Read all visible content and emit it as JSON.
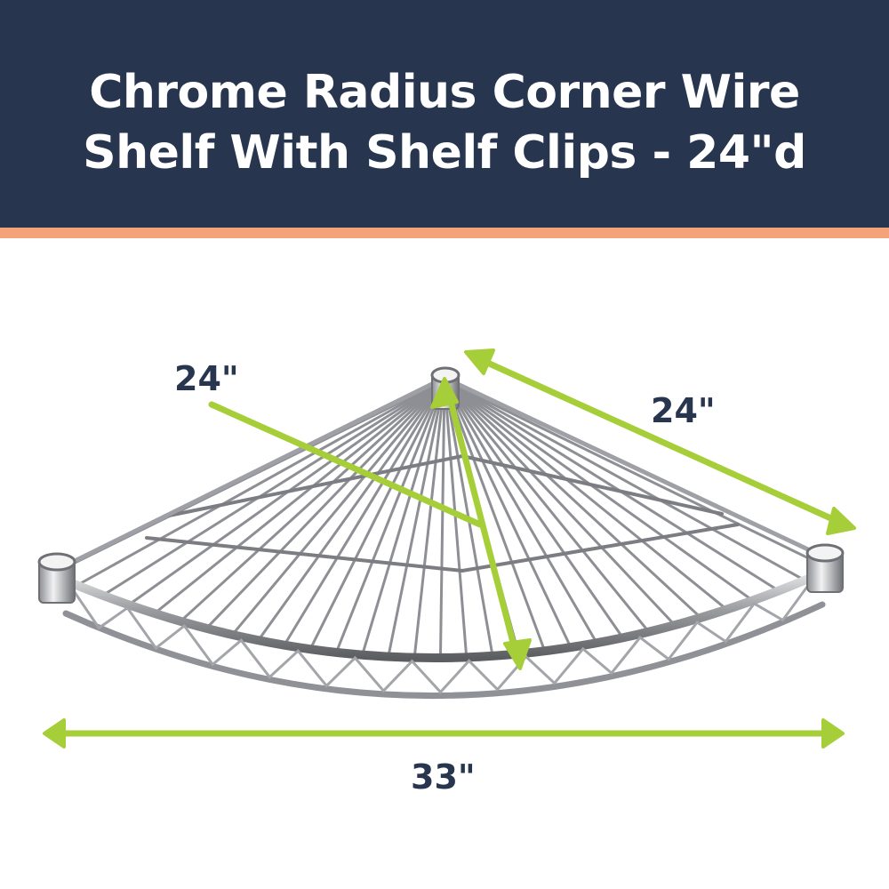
{
  "header": {
    "title_line1": "Chrome Radius Corner Wire",
    "title_line2": "Shelf With Shelf Clips - 24\"d"
  },
  "dimensions": {
    "left_depth": "24\"",
    "right_depth": "24\"",
    "width": "33\""
  },
  "colors": {
    "header_bg": "#27354f",
    "accent_stripe": "#f4a27a",
    "arrow": "#a6ce39",
    "label_text": "#27354f"
  },
  "product_image": {
    "icon": "wire-shelf-icon"
  }
}
